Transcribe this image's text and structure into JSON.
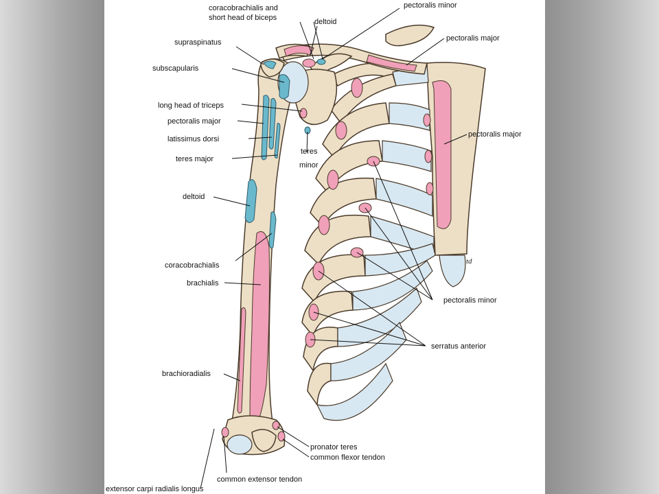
{
  "labels": {
    "coracobrachialis_short_biceps_1": "coracobrachialis and",
    "coracobrachialis_short_biceps_2": "short head of biceps",
    "deltoid_top": "deltoid",
    "pectoralis_minor_top": "pectoralis minor",
    "pectoralis_major_top": "pectoralis major",
    "supraspinatus": "supraspinatus",
    "subscapularis": "subscapularis",
    "long_head_triceps": "long head of triceps",
    "pectoralis_major_left": "pectoralis major",
    "latissimus_dorsi": "latissimus dorsi",
    "teres_major": "teres major",
    "teres_minor_1": "teres",
    "teres_minor_2": "minor",
    "pectoralis_major_right": "pectoralis major",
    "deltoid_left": "deltoid",
    "coracobrachialis": "coracobrachialis",
    "brachialis": "brachialis",
    "pectoralis_minor_bottom": "pectoralis minor",
    "serratus_anterior": "serratus anterior",
    "brachioradialis": "brachioradialis",
    "pronator_teres": "pronator teres",
    "common_flexor_tendon": "common flexor tendon",
    "common_extensor_tendon": "common extensor tendon",
    "extensor_carpi_radialis_longus": "extensor carpi radialis longus",
    "artist_signature": "td"
  },
  "colors": {
    "bone": "#ecdfc6",
    "cartilage": "#d8e8f2",
    "muscle_origin_pink": "#f0a0b8",
    "muscle_insertion_blue": "#6ab8cc",
    "background_gray": "#a8a8a8"
  }
}
